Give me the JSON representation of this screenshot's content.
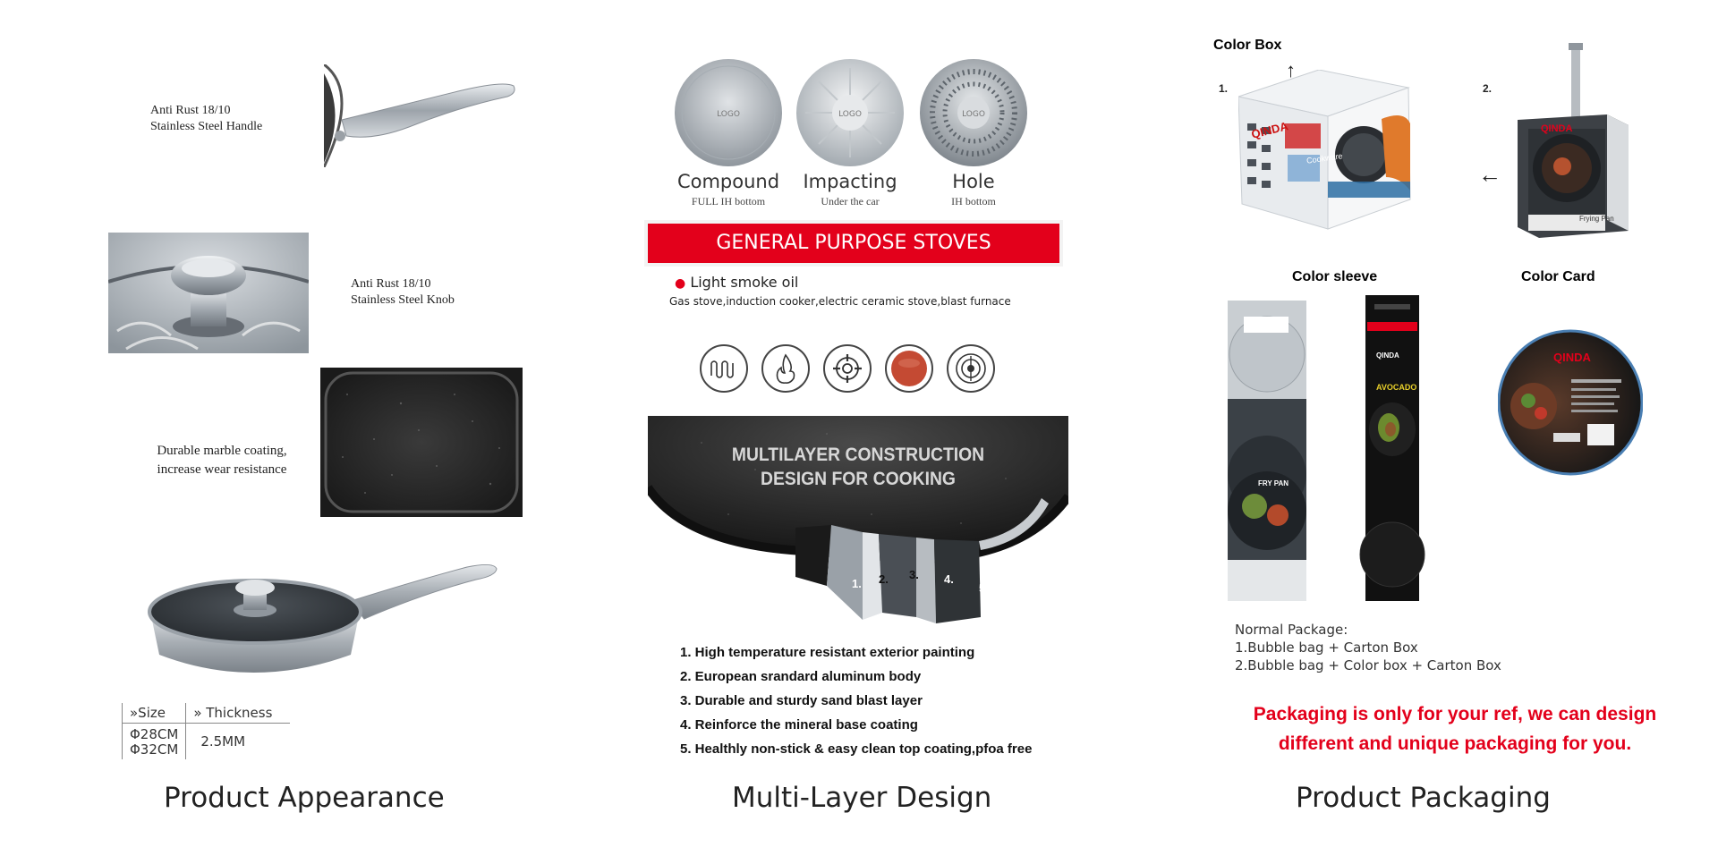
{
  "appearance": {
    "handle_label_1": "Anti Rust 18/10",
    "handle_label_2": "Stainless Steel Handle",
    "knob_label_1": "Anti Rust 18/10",
    "knob_label_2": "Stainless Steel Knob",
    "coating_label_1": "Durable marble coating,",
    "coating_label_2": "increase wear resistance",
    "spec": {
      "size_header": "»Size",
      "thickness_header": "» Thickness",
      "size_1": "Φ28CM",
      "size_2": "Φ32CM",
      "thickness_value": "2.5MM"
    },
    "caption": "Product Appearance"
  },
  "multilayer": {
    "discs": [
      {
        "title": "Compound",
        "sub": "FULL IH bottom",
        "logo": "LOGO"
      },
      {
        "title": "Impacting",
        "sub": "Under the car",
        "logo": "LOGO"
      },
      {
        "title": "Hole",
        "sub": "IH bottom",
        "logo": "LOGO"
      }
    ],
    "banner": "GENERAL PURPOSE STOVES",
    "smoke_label": "Light smoke oil",
    "stoves_text": "Gas stove,induction cooker,electric ceramic stove,blast furnace",
    "stove_icons": [
      "induction-coil-icon",
      "flame-icon",
      "gas-burner-icon",
      "ceramic-plate-icon",
      "electric-hob-icon"
    ],
    "construction_title_1": "MULTILAYER CONSTRUCTION",
    "construction_title_2": "DESIGN FOR COOKING",
    "layer_numbers": [
      "1.",
      "2.",
      "3.",
      "4.",
      "5."
    ],
    "layers": [
      "1. High temperature resistant exterior painting",
      "2. European srandard aluminum body",
      "3. Durable and sturdy sand blast layer",
      "4. Reinforce the mineral base coating",
      "5. Healthly non-stick & easy clean top coating,pfoa free"
    ],
    "caption": "Multi-Layer Design"
  },
  "packaging": {
    "color_box_title": "Color Box",
    "num_1": "1.",
    "num_2": "2.",
    "brand": "QINDA",
    "cookware_tag": "Cookware",
    "frying_pan_tag": "Frying Pan",
    "color_sleeve_title": "Color sleeve",
    "color_card_title": "Color Card",
    "sleeve_fry_pan": "FRY PAN",
    "sleeve_avocado": "AVOCADO",
    "normal_package_title": "Normal Package:",
    "normal_package_1": "1.Bubble bag + Carton Box",
    "normal_package_2": "2.Bubble bag + Color box + Carton Box",
    "note_1": "Packaging is only for your ref, we can design",
    "note_2": "different and unique packaging for you.",
    "caption": "Product Packaging"
  },
  "colors": {
    "accent_red": "#e3001b",
    "steel": "#b9bec3",
    "pan_black": "#1c1c1c"
  }
}
